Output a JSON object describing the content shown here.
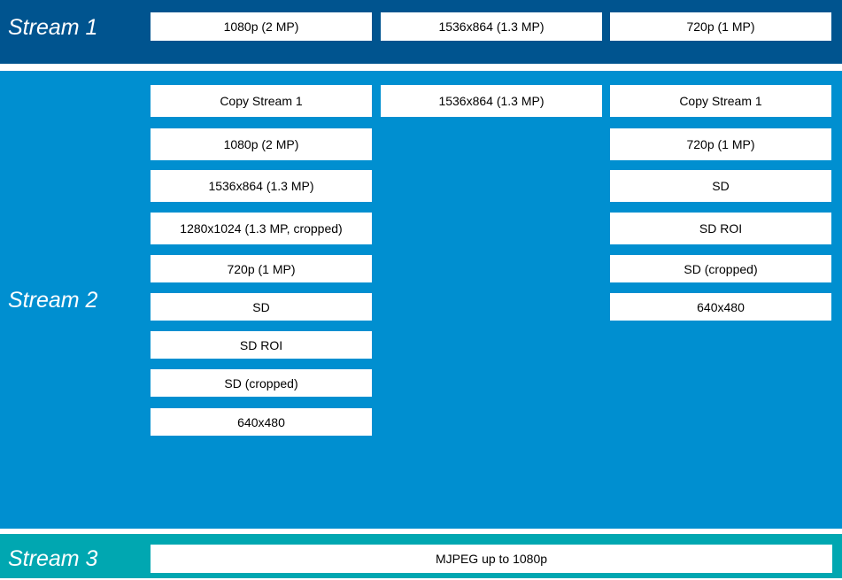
{
  "stream1": {
    "title": "Stream 1",
    "options": [
      "1080p (2 MP)",
      "1536x864 (1.3 MP)",
      "720p (1 MP)"
    ]
  },
  "stream2": {
    "title": "Stream 2",
    "column1": [
      "Copy Stream 1",
      "1080p (2 MP)",
      "1536x864 (1.3 MP)",
      "1280x1024 (1.3 MP, cropped)",
      "720p (1 MP)",
      "SD",
      "SD ROI",
      "SD (cropped)",
      "640x480"
    ],
    "column2": [
      "1536x864 (1.3 MP)"
    ],
    "column3": [
      "Copy Stream 1",
      "720p (1 MP)",
      "SD",
      "SD ROI",
      "SD (cropped)",
      "640x480"
    ]
  },
  "stream3": {
    "title": "Stream 3",
    "option": "MJPEG up to 1080p"
  },
  "colors": {
    "stream1_band": "#00548f",
    "stream2_band": "#008fd0",
    "stream3_band": "#00a7b1",
    "box_fill": "#ffffff"
  }
}
